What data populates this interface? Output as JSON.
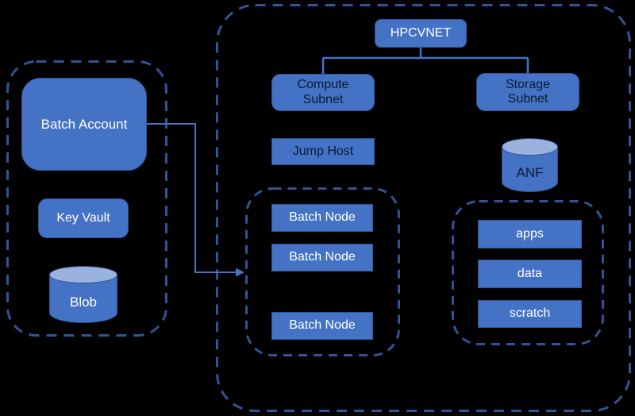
{
  "colors": {
    "background": "#000000",
    "box_fill": "#4472C4",
    "box_border": "#2F5597",
    "dashed_border": "#2F5597",
    "connector": "#4472C4",
    "cylinder_top": "#9BB2DE",
    "text_light": "#FFFFFF",
    "text_dark": "#0B1A33"
  },
  "nodes": {
    "hpcvnet": "HPCVNET",
    "compute_subnet": "Compute Subnet",
    "storage_subnet": "Storage Subnet",
    "jump_host": "Jump Host",
    "batch_nodes": [
      "Batch Node",
      "Batch Node",
      "Batch Node"
    ],
    "anf": "ANF",
    "volumes": [
      "apps",
      "data",
      "scratch"
    ],
    "batch_account": "Batch Account",
    "key_vault": "Key Vault",
    "blob": "Blob"
  }
}
